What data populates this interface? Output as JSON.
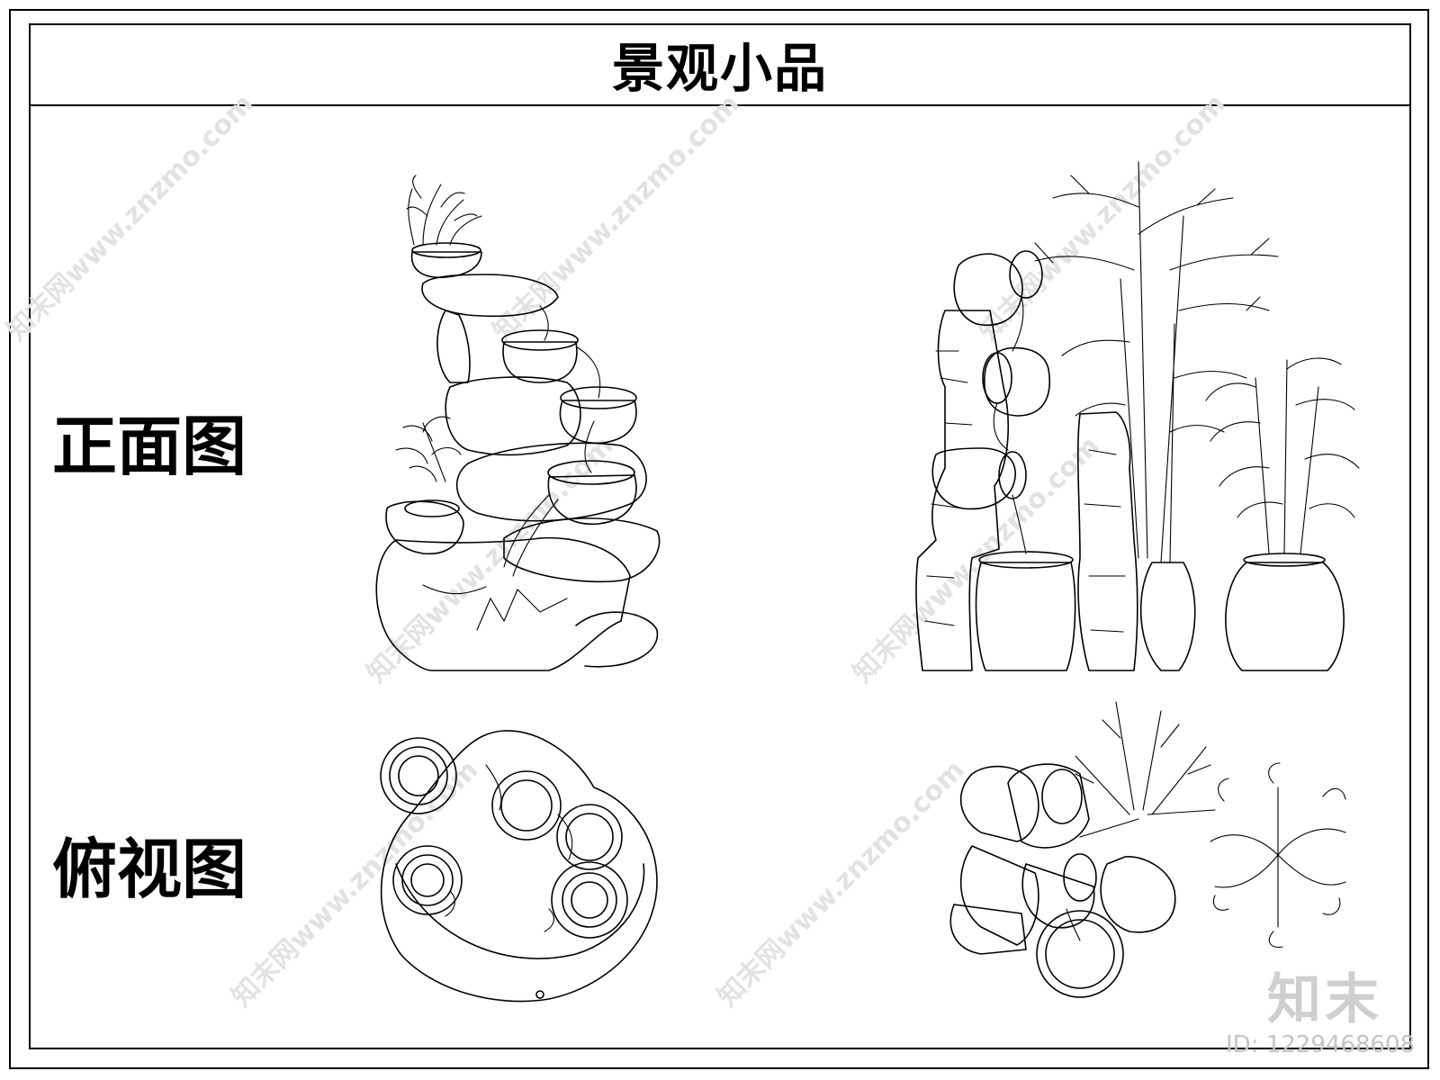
{
  "title": "景观小品",
  "labels": {
    "front_view": "正面图",
    "top_view": "俯视图"
  },
  "watermark": {
    "logo": "知末",
    "id": "ID: 1229468608",
    "site": "知末网www.znzmo.com"
  },
  "colors": {
    "line": "#000000",
    "background": "#ffffff",
    "watermark": "#d8d8d8"
  }
}
